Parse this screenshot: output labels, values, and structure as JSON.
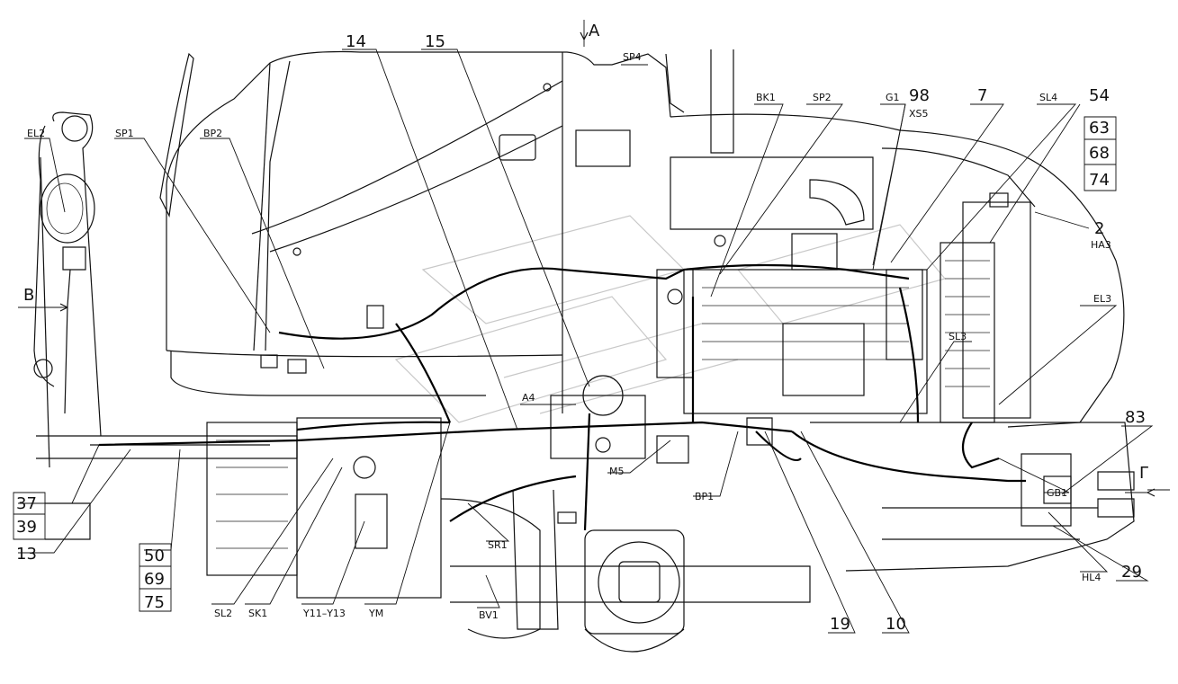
{
  "callouts": {
    "c14": "14",
    "c15": "15",
    "cA": "A",
    "cSP4": "SP4",
    "cBK1": "BK1",
    "cSP2": "SP2",
    "cG1": "G1",
    "c98": "98",
    "cXS5": "XS5",
    "c7": "7",
    "cSL4": "SL4",
    "c54": "54",
    "c63": "63",
    "c68": "68",
    "c74": "74",
    "c2": "2",
    "cHA3": "HA3",
    "cEL2": "EL2",
    "cSP1": "SP1",
    "cBP2": "BP2",
    "cB": "B",
    "cEL3": "EL3",
    "cSL3": "SL3",
    "cA4": "A4",
    "c83": "83",
    "cG": "Г",
    "cGB1": "GB1",
    "cM5": "M5",
    "cBP1": "BP1",
    "cSR1": "SR1",
    "c37": "37",
    "c39": "39",
    "c13": "13",
    "c50": "50",
    "c69": "69",
    "c75": "75",
    "cSL2": "SL2",
    "cSK1": "SK1",
    "cY11": "Y11–Y13",
    "cYM": "YM",
    "cBV1": "BV1",
    "c19": "19",
    "c10": "10",
    "cHL4": "HL4",
    "c29": "29"
  }
}
